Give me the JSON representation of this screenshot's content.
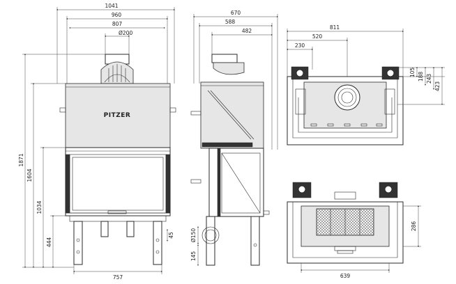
{
  "brand_label": "PITZER",
  "front": {
    "dims": {
      "overall_width": "1041",
      "outer_width": "960",
      "top_width": "807",
      "flue_diameter": "Ø200",
      "total_height": "1871",
      "upper_height": "1604",
      "door_height": "1034",
      "base_height": "444",
      "foot_height": "45",
      "base_width": "757"
    }
  },
  "side": {
    "dims": {
      "overall_depth": "670",
      "depth_2": "588",
      "depth_3": "482",
      "air_diameter": "Ø150",
      "air_offset": "145"
    }
  },
  "top": {
    "dims": {
      "width": "811",
      "offset_1": "520",
      "offset_2": "230",
      "h1": "105",
      "h2": "188",
      "h3": "243",
      "h4": "423"
    }
  },
  "bottom": {
    "dims": {
      "width": "639",
      "depth": "286"
    }
  }
}
